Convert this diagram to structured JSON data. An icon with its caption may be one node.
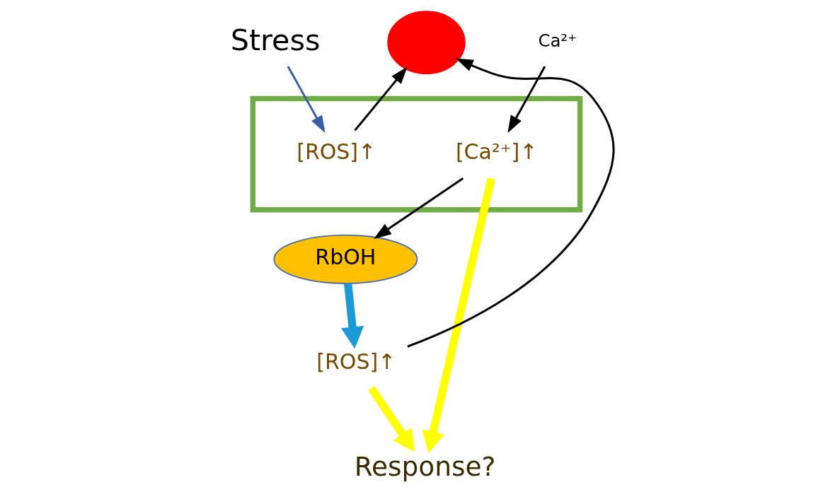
{
  "diagram": {
    "nodes": [
      {
        "text": [
          "Stress"
        ]
      },
      {
        "text": [],
        "shape": "box"
      },
      {
        "text": [
          "[ROS]↑"
        ],
        "in": 1
      },
      {
        "text": [],
        "shape": "circle"
      },
      {
        "text": [
          "Ca²⁺"
        ]
      },
      {
        "text": [
          "[Ca²⁺]↑"
        ],
        "in": 1
      },
      {
        "text": [
          "RbOH"
        ]
      },
      {
        "text": [
          "Response?"
        ]
      },
      {
        "text": [
          "[ROS]↑"
        ]
      }
    ],
    "edges": [
      {
        "from": 0,
        "to": 2,
        "arrow": "to",
        "color": "#3a5fa8"
      },
      {
        "from": 2,
        "to": 3,
        "arrow": "to"
      },
      {
        "from": 4,
        "to": 5,
        "arrow": "to"
      },
      {
        "from": 5,
        "to": 6,
        "arrow": "to"
      },
      {
        "from": 5,
        "to": 7,
        "arrow": "to",
        "style": "thick",
        "color": "#ffff00"
      },
      {
        "from": 8,
        "to": 7,
        "arrow": "to",
        "style": "thick",
        "color": "#ffff00"
      },
      {
        "from": 6,
        "to": 8,
        "arrow": "to",
        "style": "thick",
        "color": "#1a9ad6"
      },
      {
        "from": 8,
        "to": 3,
        "arrow": "to"
      }
    ]
  }
}
